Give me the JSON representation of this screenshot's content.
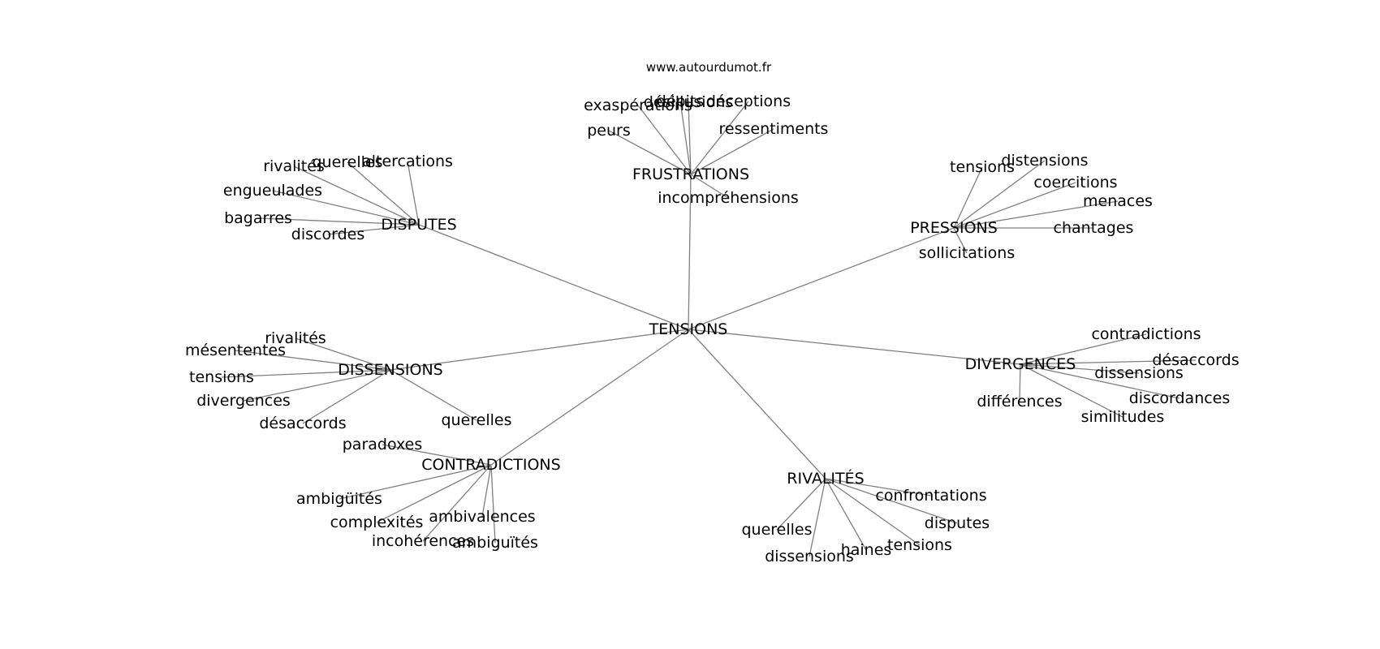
{
  "source": "www.autourdumot.fr",
  "colors": {
    "edge": "#808080",
    "text": "#000000",
    "background": "#ffffff"
  },
  "graph": {
    "center": "TENSIONS",
    "clusters": [
      {
        "label": "FRUSTRATIONS",
        "leaves": [
          "exaspérations",
          "déceptions",
          "désillusions",
          "dépits",
          "peurs",
          "ressentiments",
          "incompréhensions"
        ]
      },
      {
        "label": "DISPUTES",
        "leaves": [
          "rivalités",
          "querelles",
          "altercations",
          "engueulades",
          "bagarres",
          "discordes"
        ]
      },
      {
        "label": "PRESSIONS",
        "leaves": [
          "tensions",
          "distensions",
          "coercitions",
          "menaces",
          "chantages",
          "sollicitations"
        ]
      },
      {
        "label": "DISSENSIONS",
        "leaves": [
          "rivalités",
          "mésententes",
          "tensions",
          "divergences",
          "désaccords",
          "querelles"
        ]
      },
      {
        "label": "DIVERGENCES",
        "leaves": [
          "contradictions",
          "désaccords",
          "dissensions",
          "discordances",
          "différences",
          "similitudes"
        ]
      },
      {
        "label": "CONTRADICTIONS",
        "leaves": [
          "paradoxes",
          "ambigüités",
          "complexités",
          "ambivalences",
          "incohérences",
          "ambiguïtés"
        ]
      },
      {
        "label": "RIVALITÉS",
        "leaves": [
          "confrontations",
          "disputes",
          "querelles",
          "dissensions",
          "haines",
          "tensions"
        ]
      }
    ]
  }
}
